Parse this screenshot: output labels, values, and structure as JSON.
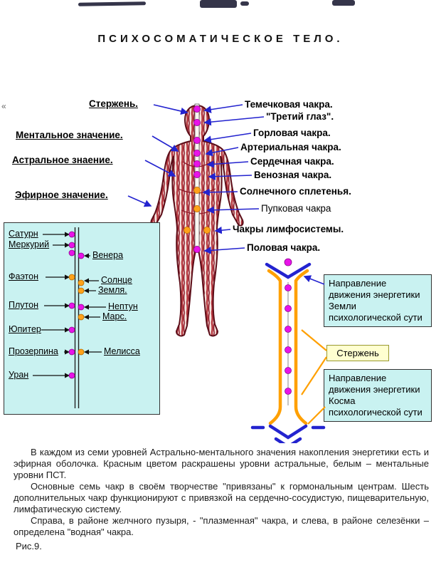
{
  "title": "ПСИХОСОМАТИЧЕСКОЕ ТЕЛО.",
  "left_labels": [
    "Стержень.",
    "Ментальное значение.",
    "Астральное знаение.",
    "Эфирное значение."
  ],
  "right_labels": [
    "Темечковая чакра.",
    "\"Третий глаз\".",
    "Горловая чакра.",
    "Артериальная чакра.",
    "Сердечная чакра.",
    "Венозная чакра.",
    "Солнечного сплетенья.",
    "Пупковая чакра",
    "Чакры лимфосистемы.",
    "Половая чакра."
  ],
  "planets": {
    "left": [
      "Сатурн",
      "Меркурий",
      "Фаэтон",
      "Плутон",
      "Юпитер",
      "Прозерпина",
      "Уран"
    ],
    "right": [
      "Венера",
      "Солнце",
      "Земля.",
      "Нептун",
      "Марс.",
      "Мелисса"
    ]
  },
  "energy": {
    "earth": "Направление движения энергетики Земли психологической сути",
    "rod": "Стержень",
    "cosmos": "Направление движения энергетики Косма психологической сути"
  },
  "paragraphs": [
    "В каждом из семи уровней Астрально-ментального значения накопления энергетики есть и эфирная оболочка. Красным цветом раскрашены уровни астральные, белым – ментальные уровни ПСТ.",
    "Основные семь чакр в своём творчестве \"привязаны\" к гормональным центрам. Шесть дополнительных чакр функционируют с привязкой на сердечно-сосудистую, пищеварительную, лимфатическую систему.",
    "Справа, в районе желчного пузыря, - \"плазменная\" чакра, и слева, в районе селезёнки – определена \"водная\" чакра."
  ],
  "caption": "Рис.9.",
  "artifacts": {
    "mark": "«"
  },
  "colors": {
    "chakra_magenta": "#e813e8",
    "chakra_orange": "#ffa21a",
    "arrow_blue": "#2323cf",
    "rod_orange": "#ffa000",
    "panel_cyan": "#c9f2f1",
    "note_yellow": "#ffffd0",
    "body_red": "#b43038"
  }
}
